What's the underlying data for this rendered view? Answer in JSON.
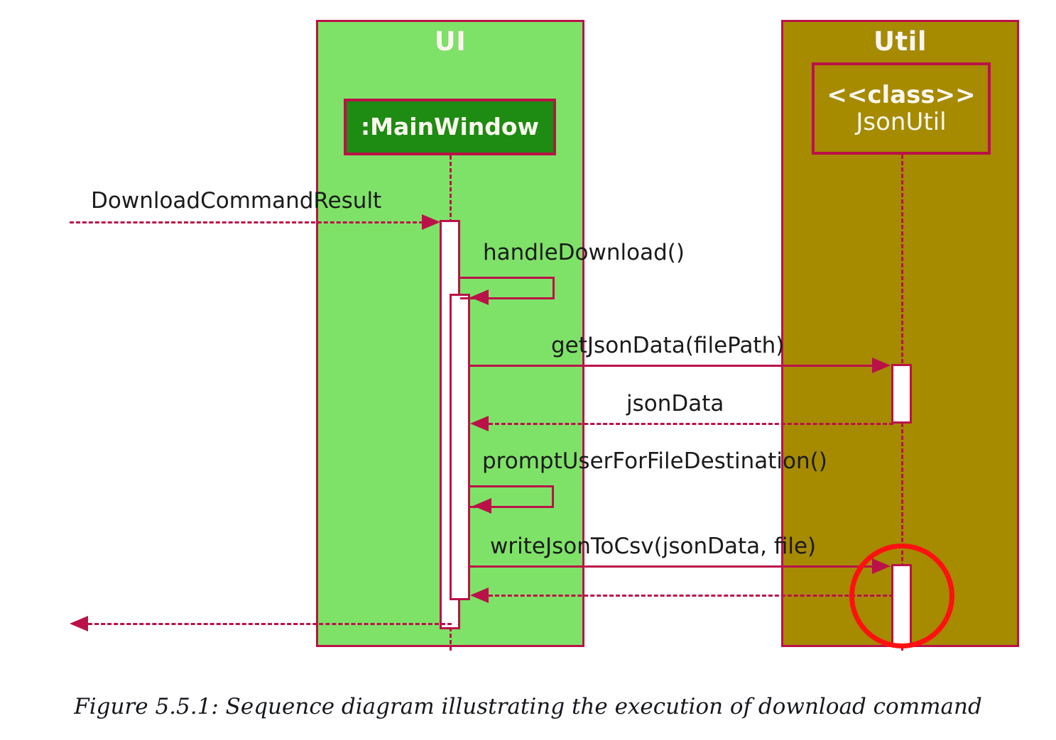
{
  "diagram": {
    "type": "uml-sequence-diagram",
    "groups": [
      {
        "id": "ui",
        "title": "UI",
        "color": "#7FE268"
      },
      {
        "id": "util",
        "title": "Util",
        "color": "#A68A00"
      }
    ],
    "participants": [
      {
        "id": "mainwindow",
        "label": ":MainWindow",
        "stereotype": "",
        "group": "ui",
        "color": "#1E8B12"
      },
      {
        "id": "jsonutil",
        "label": "JsonUtil",
        "stereotype": "<<class>>",
        "group": "util",
        "color": "#A68A00"
      }
    ],
    "messages": [
      {
        "index": 0,
        "label": "DownloadCommandResult",
        "from": "external",
        "to": "mainwindow",
        "style": "dashed",
        "direction": "right"
      },
      {
        "index": 1,
        "label": "handleDownload()",
        "from": "mainwindow",
        "to": "mainwindow",
        "style": "solid",
        "direction": "self"
      },
      {
        "index": 2,
        "label": "getJsonData(filePath)",
        "from": "mainwindow",
        "to": "jsonutil",
        "style": "solid",
        "direction": "right"
      },
      {
        "index": 3,
        "label": "jsonData",
        "from": "jsonutil",
        "to": "mainwindow",
        "style": "dashed",
        "direction": "left"
      },
      {
        "index": 4,
        "label": "promptUserForFileDestination()",
        "from": "mainwindow",
        "to": "mainwindow",
        "style": "solid",
        "direction": "self"
      },
      {
        "index": 5,
        "label": "writeJsonToCsv(jsonData, file)",
        "from": "mainwindow",
        "to": "jsonutil",
        "style": "solid",
        "direction": "right"
      },
      {
        "index": 6,
        "label": "",
        "from": "jsonutil",
        "to": "mainwindow",
        "style": "dashed",
        "direction": "left"
      },
      {
        "index": 7,
        "label": "",
        "from": "mainwindow",
        "to": "external",
        "style": "dashed",
        "direction": "left"
      }
    ],
    "annotations": [
      {
        "id": "highlight",
        "shape": "ellipse",
        "color": "#FF1111",
        "target": "jsonutil-second-activation"
      }
    ],
    "line_color": "#BA1248",
    "caption": "Figure 5.5.1: Sequence diagram illustrating the execution of download command"
  }
}
